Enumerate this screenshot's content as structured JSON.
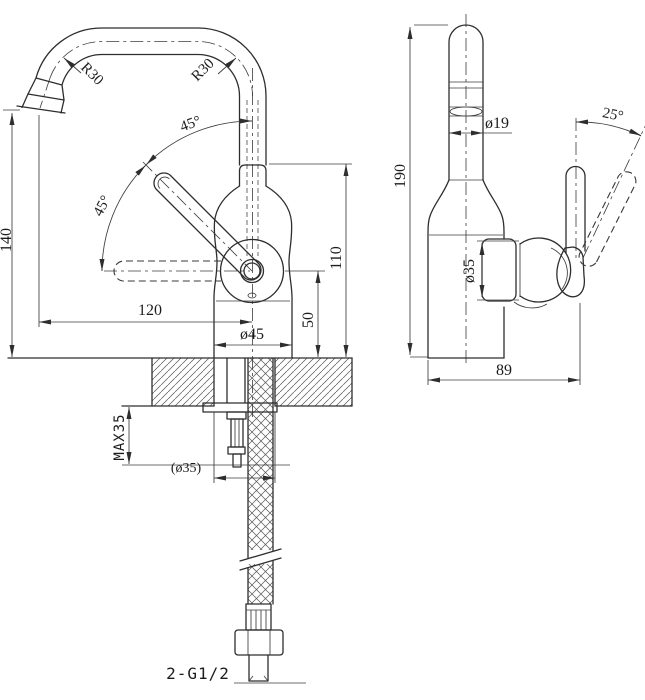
{
  "drawing": {
    "kind": "technical dimension drawing",
    "subject": "single-lever basin faucet, front view and side view",
    "line_color": "#2e2e2e",
    "background": "#ffffff"
  },
  "front": {
    "radius_left": "R30",
    "radius_right": "R30",
    "angle_upper": "45°",
    "angle_lower": "45°",
    "height_total": "140",
    "spout_reach": "120",
    "height_body": "110",
    "height_handle": "50",
    "base_dia": "ø45",
    "deck_max": "MAX35",
    "hole_dia": "(ø35)",
    "thread": "2-G1/2"
  },
  "side": {
    "height_total": "190",
    "spout_dia": "ø19",
    "handle_angle": "25°",
    "ball_dia": "ø35",
    "depth": "89"
  }
}
